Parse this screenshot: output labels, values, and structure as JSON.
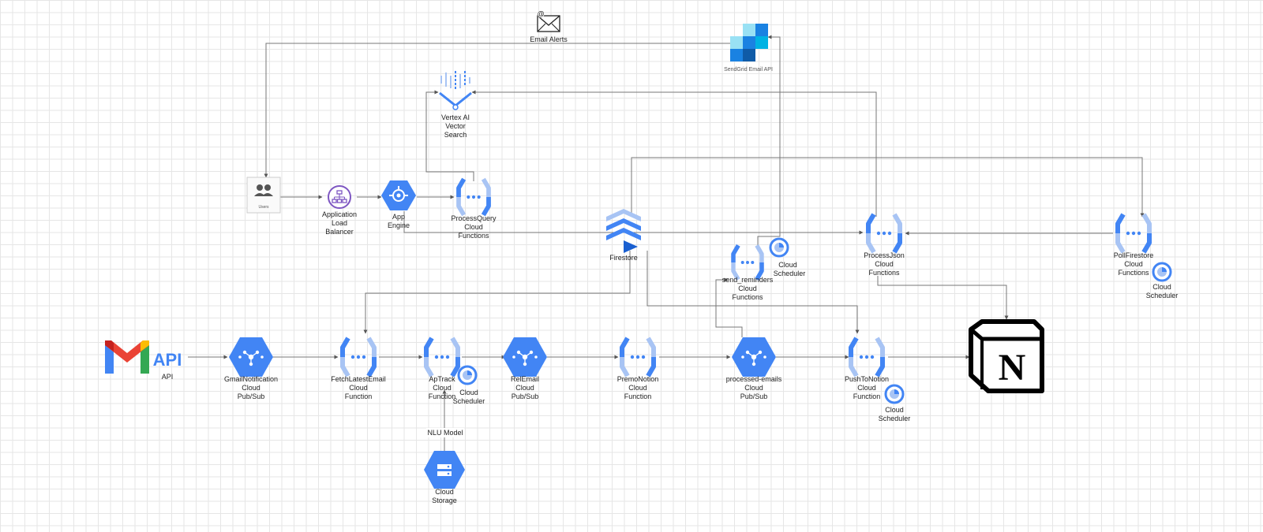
{
  "labels": {
    "email_alerts": "Email Alerts",
    "sendgrid": "SendGrid Email API",
    "vertex": [
      "Vertex AI",
      "Vector",
      "Search"
    ],
    "users": "Users",
    "alb": [
      "Application",
      "Load",
      "Balancer"
    ],
    "app_engine": [
      "App",
      "Engine"
    ],
    "process_query": [
      "ProcessQuery",
      "Cloud",
      "Functions"
    ],
    "firestore": "Firestore",
    "send_reminders": [
      "send_reminders",
      "Cloud",
      "Functions"
    ],
    "cloud_scheduler": [
      "Cloud",
      "Scheduler"
    ],
    "process_json": [
      "ProcessJson",
      "Cloud",
      "Functions"
    ],
    "poll_firestore": [
      "PollFirestore",
      "Cloud",
      "Functions"
    ],
    "gmail_api_badge": "API",
    "gmail_api": "API",
    "gmail_notification": [
      "GmailNotification",
      "Cloud",
      "Pub/Sub"
    ],
    "fetch_latest_email": [
      "FetchLatestEmail",
      "Cloud",
      "Function"
    ],
    "aptrack": [
      "ApTrack",
      "Cloud",
      "Function"
    ],
    "rel_email": [
      "RelEmail",
      "Cloud",
      "Pub/Sub"
    ],
    "premo_notion": [
      "PremoNotion",
      "Cloud",
      "Function"
    ],
    "processed_emails": [
      "processed-emails",
      "Cloud",
      "Pub/Sub"
    ],
    "push_to_notion": [
      "PushToNotion",
      "Cloud",
      "Function"
    ],
    "nlu_model": "NLU Model",
    "cloud_storage": [
      "Cloud",
      "Storage"
    ],
    "notion_letter": "N"
  },
  "colors": {
    "gcp_blue": "#4285F4",
    "gcp_light_blue": "#A8C4F4",
    "alb_purple": "#7E57C2",
    "firestore_blue": "#4A86E8",
    "gmail_red": "#EA4335",
    "gmail_yellow": "#FBBC04",
    "gmail_green": "#34A853",
    "sendgrid_dark": "#1A82E2",
    "edge": "#777777"
  },
  "icons": {
    "email": "envelope-icon",
    "sendgrid": "sendgrid-logo",
    "vertex": "vertex-ai-icon",
    "users": "users-icon",
    "alb": "load-balancer-icon",
    "app_engine": "app-engine-icon",
    "cloud_function": "cloud-functions-icon",
    "firestore": "firestore-icon",
    "scheduler": "cloud-scheduler-icon",
    "pubsub": "pubsub-icon",
    "gmail": "gmail-logo",
    "storage": "cloud-storage-icon",
    "notion": "notion-logo"
  }
}
